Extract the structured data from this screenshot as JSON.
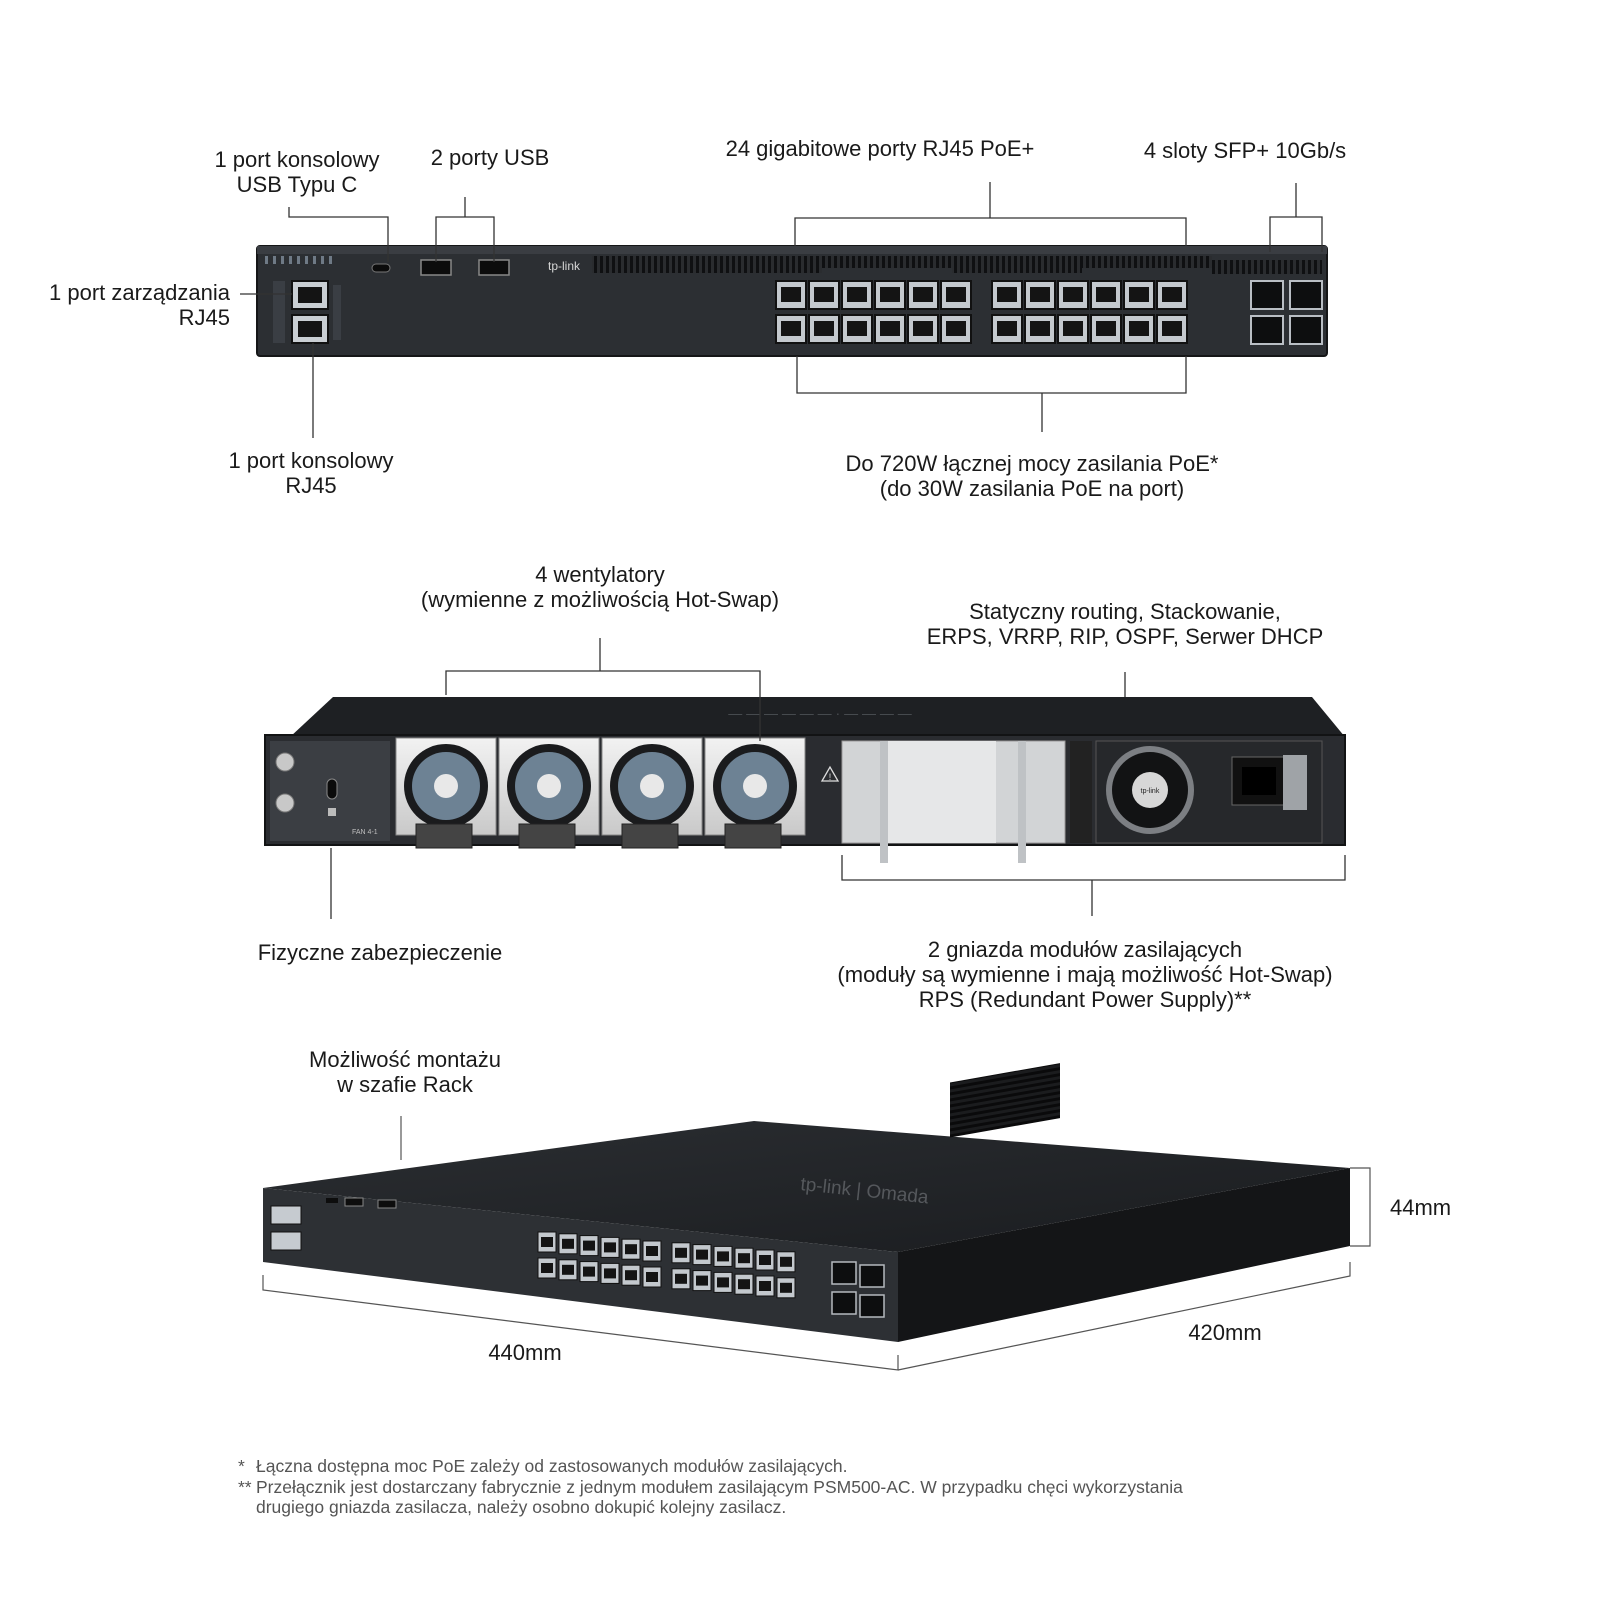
{
  "front_view": {
    "usb_c_console": [
      "1 port konsolowy",
      "USB Typu C"
    ],
    "usb_ports": "2 porty USB",
    "rj45_poe_ports": "24 gigabitowe porty RJ45 PoE+",
    "sfp_slots": "4 sloty SFP+ 10Gb/s",
    "mgmt_port": [
      "1 port zarządzania",
      "RJ45"
    ],
    "rj45_console": [
      "1 port konsolowy",
      "RJ45"
    ],
    "poe_budget": [
      "Do 720W łącznej mocy zasilania PoE*",
      "(do 30W zasilania PoE na port)"
    ],
    "brand_logo": "tp-link"
  },
  "rear_view": {
    "fans": [
      "4 wentylatory",
      "(wymienne z możliwością Hot-Swap)"
    ],
    "features": [
      "Statyczny routing, Stackowanie,",
      "ERPS, VRRP, RIP, OSPF, Serwer DHCP"
    ],
    "security": "Fizyczne zabezpieczenie",
    "power_slots": [
      "2 gniazda modułów zasilających",
      "(moduły są wymienne i mają możliwość Hot-Swap)",
      "RPS (Redundant Power Supply)**"
    ],
    "fan_label": "FAN 4-1",
    "psu_model": "PSM500-AC"
  },
  "iso_view": {
    "rack_mount": [
      "Możliwość montażu",
      "w szafie Rack"
    ],
    "height": "44mm",
    "width": "440mm",
    "depth": "420mm",
    "top_logo": "tp-link | Omada"
  },
  "footnotes": {
    "note1_mark": "*",
    "note1": "Łączna dostępna moc PoE zależy od zastosowanych modułów zasilających.",
    "note2_mark": "**",
    "note2_line1": "Przełącznik jest dostarczany fabrycznie z jednym modułem zasilającym PSM500-AC. W przypadku chęci wykorzystania",
    "note2_line2": "drugiego gniazda zasilacza, należy osobno dokupić kolejny zasilacz."
  }
}
